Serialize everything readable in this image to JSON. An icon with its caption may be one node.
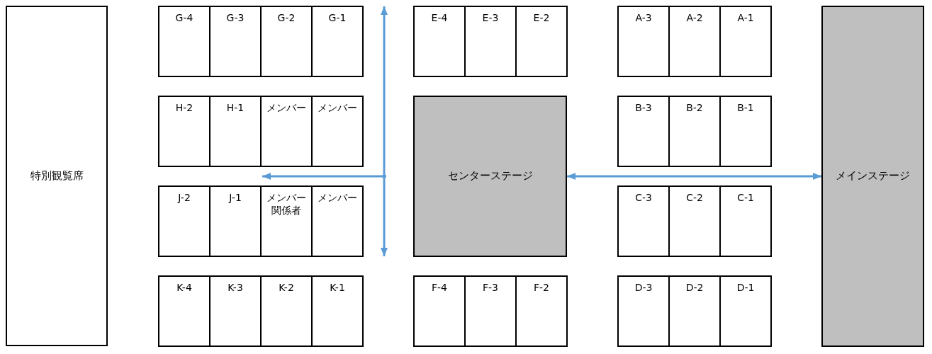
{
  "diagram": {
    "nodes": [
      {
        "text": [
          "特別観覧席"
        ]
      },
      {
        "text": [
          "G-4"
        ]
      },
      {
        "text": [
          "G-3"
        ]
      },
      {
        "text": [
          "G-2"
        ]
      },
      {
        "text": [
          "G-1"
        ]
      },
      {
        "text": [
          "E-4"
        ]
      },
      {
        "text": [
          "E-3"
        ]
      },
      {
        "text": [
          "E-2"
        ]
      },
      {
        "text": [
          "A-3"
        ]
      },
      {
        "text": [
          "A-2"
        ]
      },
      {
        "text": [
          "A-1"
        ]
      },
      {
        "text": [
          "H-2"
        ]
      },
      {
        "text": [
          "H-1"
        ]
      },
      {
        "text": [
          "メンバー"
        ]
      },
      {
        "text": [
          "メンバー"
        ]
      },
      {
        "text": [
          "センターステージ"
        ]
      },
      {
        "text": [
          "B-3"
        ]
      },
      {
        "text": [
          "B-2"
        ]
      },
      {
        "text": [
          "B-1"
        ]
      },
      {
        "text": [
          "J-2"
        ]
      },
      {
        "text": [
          "J-1"
        ]
      },
      {
        "text": [
          "メンバー",
          "関係者"
        ]
      },
      {
        "text": [
          "メンバー"
        ]
      },
      {
        "text": [
          "C-3"
        ]
      },
      {
        "text": [
          "C-2"
        ]
      },
      {
        "text": [
          "C-1"
        ]
      },
      {
        "text": [
          "K-4"
        ]
      },
      {
        "text": [
          "K-3"
        ]
      },
      {
        "text": [
          "K-2"
        ]
      },
      {
        "text": [
          "K-1"
        ]
      },
      {
        "text": [
          "F-4"
        ]
      },
      {
        "text": [
          "F-3"
        ]
      },
      {
        "text": [
          "F-2"
        ]
      },
      {
        "text": [
          "D-3"
        ]
      },
      {
        "text": [
          "D-2"
        ]
      },
      {
        "text": [
          "D-1"
        ]
      },
      {
        "text": [
          "メインステージ"
        ]
      },
      {
        "text": [],
        "shape": "circle"
      }
    ],
    "edges": [
      {
        "from": 15,
        "to": 36,
        "arrow": "both"
      },
      {
        "from": 37,
        "to": 4,
        "arrow": "to"
      },
      {
        "from": 37,
        "to": 22,
        "arrow": "to"
      },
      {
        "from": 37,
        "to": 12,
        "arrow": "to"
      }
    ]
  }
}
